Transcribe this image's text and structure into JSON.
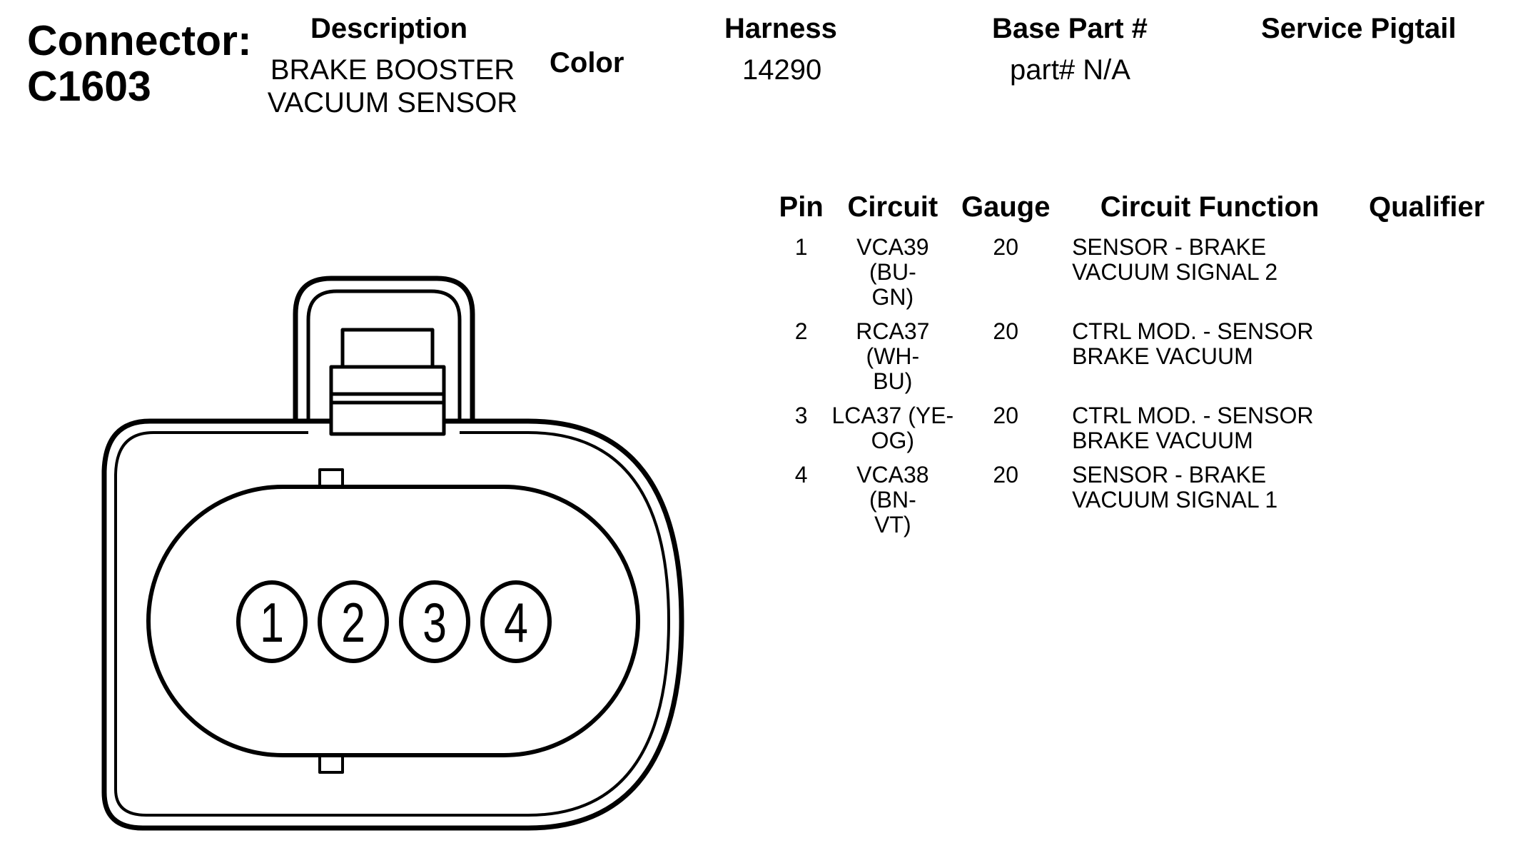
{
  "connector": {
    "label_prefix": "Connector:",
    "id": "C1603"
  },
  "header": {
    "description_label": "Description",
    "description_line1": "BRAKE BOOSTER",
    "description_line2": "VACUUM SENSOR",
    "color_label": "Color",
    "harness_label": "Harness",
    "harness_value": "14290",
    "base_part_label": "Base Part #",
    "base_part_value": "part# N/A",
    "service_pigtail_label": "Service Pigtail"
  },
  "pin_table": {
    "columns": [
      "Pin",
      "Circuit",
      "Gauge",
      "Circuit Function",
      "Qualifier"
    ],
    "rows": [
      {
        "pin": "1",
        "circuit": "VCA39 (BU-\nGN)",
        "gauge": "20",
        "function": "SENSOR - BRAKE\nVACUUM SIGNAL 2",
        "qualifier": ""
      },
      {
        "pin": "2",
        "circuit": "RCA37 (WH-\nBU)",
        "gauge": "20",
        "function": "CTRL MOD. - SENSOR\nBRAKE VACUUM",
        "qualifier": ""
      },
      {
        "pin": "3",
        "circuit": "LCA37 (YE-\nOG)",
        "gauge": "20",
        "function": "CTRL MOD. - SENSOR\nBRAKE VACUUM",
        "qualifier": ""
      },
      {
        "pin": "4",
        "circuit": "VCA38 (BN-\nVT)",
        "gauge": "20",
        "function": "SENSOR - BRAKE\nVACUUM SIGNAL 1",
        "qualifier": ""
      }
    ]
  },
  "diagram": {
    "pin_numbers": [
      "1",
      "2",
      "3",
      "4"
    ],
    "stroke_color": "#000000",
    "fill_color": "#ffffff"
  }
}
